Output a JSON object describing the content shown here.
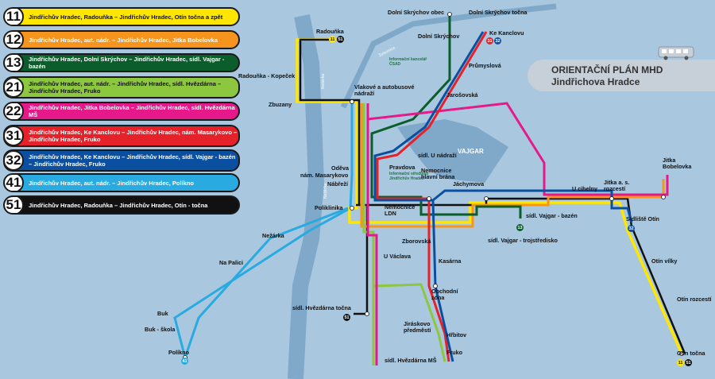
{
  "title": {
    "line1": "ORIENTAČNÍ PLÁN MHD",
    "line2": "Jindřichova Hradce"
  },
  "colors": {
    "11": "#ffe600",
    "12": "#f7941d",
    "13": "#0b5e2b",
    "21": "#8dc63f",
    "22": "#e5198a",
    "31": "#e5212a",
    "32": "#0b4fa0",
    "41": "#29aae1",
    "51": "#111111"
  },
  "legend": [
    {
      "line": "11",
      "text": "Jindřichův Hradec, Radouňka – Jindřichův Hradec, Otín točna a zpět"
    },
    {
      "line": "12",
      "text": "Jindřichův Hradec, aut. nádr. – Jindřichův Hradec, Jitka Bobelovka"
    },
    {
      "line": "13",
      "text": "Jindřichův Hradec, Dolní Skrýchov – Jindřichův Hradec, sídl. Vajgar - bazén"
    },
    {
      "line": "21",
      "text": "Jindřichův Hradec, aut. nádr. – Jindřichův Hradec, sídl. Hvězdárna – Jindřichův Hradec, Fruko"
    },
    {
      "line": "22",
      "text": "Jindřichův Hradec, Jitka Bobelovka – Jindřichův Hradec, sídl. Hvězdárna MŠ"
    },
    {
      "line": "31",
      "text": "Jindřichův Hradec, Ke Kanclovu – Jindřichův Hradec, nám. Masarykovo – Jindřichův Hradec, Fruko"
    },
    {
      "line": "32",
      "text": "Jindřichův Hradec, Ke Kanclovu – Jindřichův Hradec, sídl. Vajgar - bazén – Jindřichův Hradec, Fruko"
    },
    {
      "line": "41",
      "text": "Jindřichův Hradec, aut. nádr. – Jindřichův Hradec, Políkno"
    },
    {
      "line": "51",
      "text": "Jindřichův Hradec, Radouňka – Jindřichův Hradec, Otín - točna"
    }
  ],
  "stops": [
    "Radouňka",
    "Radouňka - Kopeček",
    "Zbuzany",
    "Vlakové a autobusové nádraží",
    "Dolní Skrýchov obec",
    "Dolní Skrýchov točna",
    "Dolní Skrýchov",
    "Ke Kanclovu",
    "Průmyslová",
    "Jarošovská",
    "sídl. U nádraží",
    "Pravdova",
    "Nemocnice hlavní brána",
    "Jáchymova",
    "Oděva",
    "nám. Masarykovo",
    "Nábřeží",
    "Poliklinika",
    "Nemocnice LDN",
    "Zborovská",
    "U Václava",
    "Kasárna",
    "Nežárka",
    "Na Palici",
    "Buk",
    "Buk - škola",
    "Políkno",
    "sídl. Hvězdárna točna",
    "Obchodní zóna",
    "Jiráskovo předměstí",
    "Hřbitov",
    "Fruko",
    "sídl. Hvězdárna MŠ",
    "U cihelny",
    "Jitka a. s. rozcestí",
    "Jitka Bobelovka",
    "sídl. Vajgar - bazén",
    "sídl. Vajgar - trojstředisko",
    "Sídliště Otín",
    "Otín vílky",
    "Otín rozcestí",
    "Otín točna"
  ],
  "places": {
    "lake": "VAJGAR",
    "river_1": "Nežárka",
    "river_2": "Nežárka",
    "railway": "Železnice",
    "info_office": "Informační kancelář ČSAD",
    "info_center": "Informační středisko Jindřichův Hradec"
  }
}
